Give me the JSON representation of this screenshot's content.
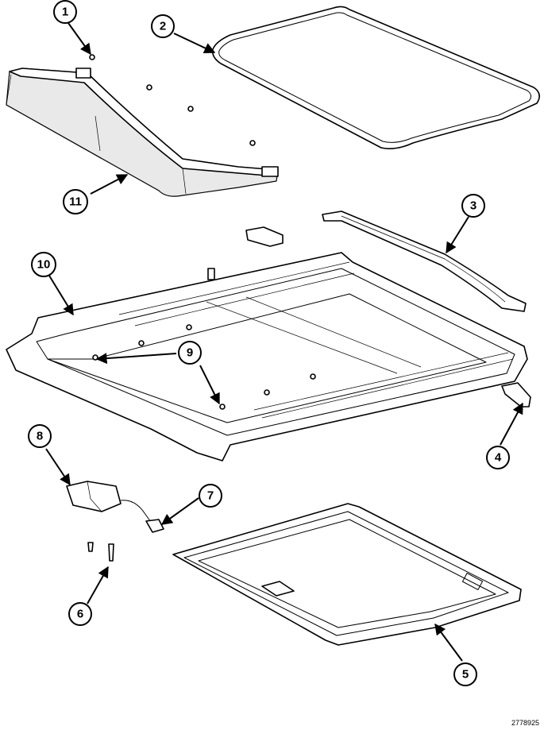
{
  "figure_id": "2778925",
  "callouts": [
    {
      "label": "1"
    },
    {
      "label": "2"
    },
    {
      "label": "3"
    },
    {
      "label": "4"
    },
    {
      "label": "5"
    },
    {
      "label": "6"
    },
    {
      "label": "7"
    },
    {
      "label": "8"
    },
    {
      "label": "9"
    },
    {
      "label": "10"
    },
    {
      "label": "11"
    }
  ],
  "colors": {
    "line": "#000000",
    "background": "#ffffff",
    "shade": "#e9e9e9"
  }
}
